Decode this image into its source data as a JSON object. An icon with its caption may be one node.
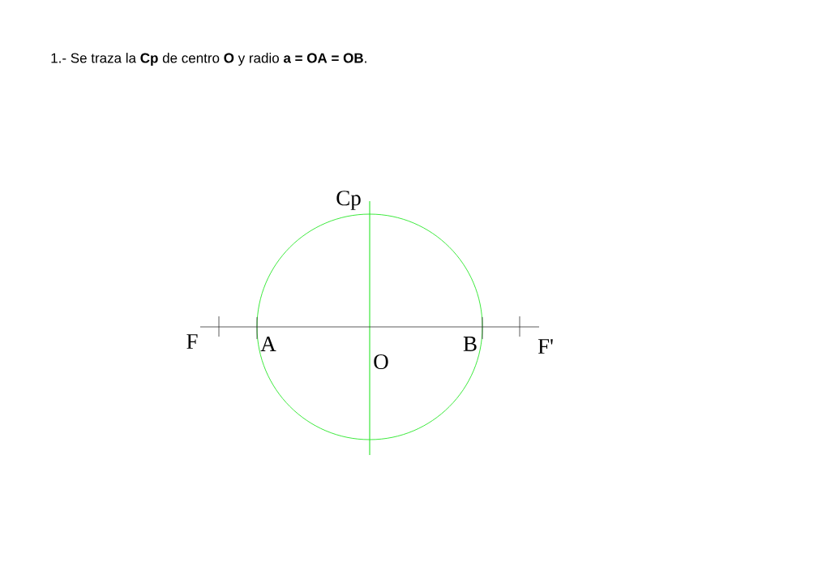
{
  "diagram": {
    "title": "1.- Se traza la **Cp** de centro **O** y radio **a = OA = OB**.",
    "labels": [
      "Cp",
      "F",
      "A",
      "B",
      "F'",
      "O"
    ]
  }
}
